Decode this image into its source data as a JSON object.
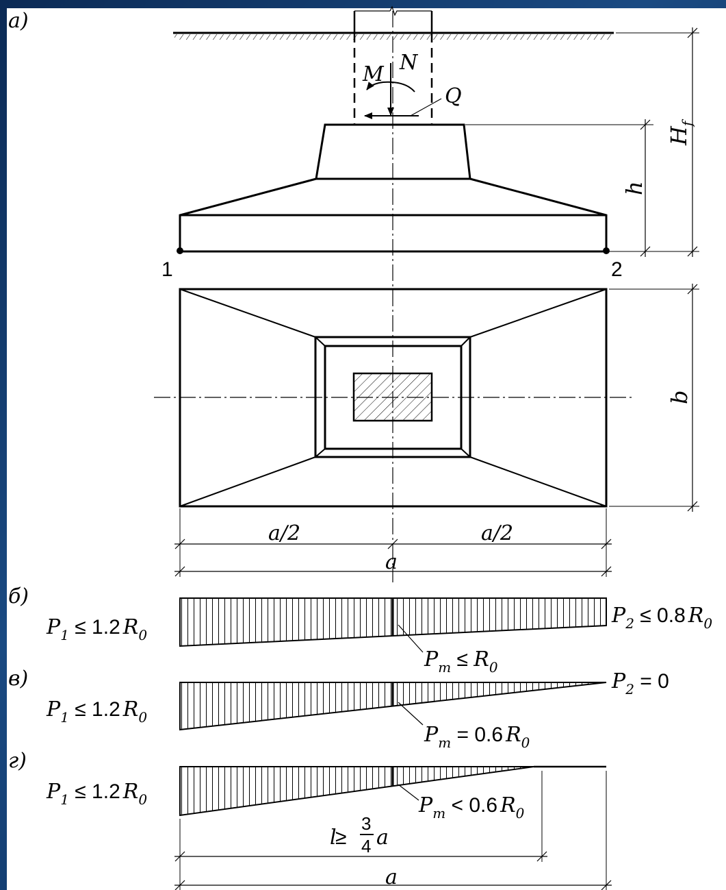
{
  "panel_labels": {
    "a": "а)",
    "b": "б)",
    "v": "в)",
    "g": "г)"
  },
  "loads": {
    "M": "M",
    "N": "N",
    "Q": "Q"
  },
  "dimensions": {
    "Hf": "H",
    "Hf_sub": "f",
    "h": "h",
    "b": "b",
    "half_a": "a/2",
    "a": "a"
  },
  "points": {
    "left": "1",
    "right": "2"
  },
  "diagram_b": {
    "left": {
      "P": "P",
      "sub": "1",
      "rel": " ≤ 1.2",
      "R": "R",
      "Rsub": "0"
    },
    "mid": {
      "P": "P",
      "sub": "m",
      "rel": " ≤ ",
      "R": "R",
      "Rsub": "0"
    },
    "right": {
      "P": "P",
      "sub": "2",
      "rel": " ≤ 0.8",
      "R": "R",
      "Rsub": "0"
    }
  },
  "diagram_v": {
    "left": {
      "P": "P",
      "sub": "1",
      "rel": " ≤ 1.2",
      "R": "R",
      "Rsub": "0"
    },
    "mid": {
      "P": "P",
      "sub": "m",
      "rel": " = 0.6",
      "R": "R",
      "Rsub": "0"
    },
    "right": {
      "P": "P",
      "sub": "2",
      "rel": " = 0"
    }
  },
  "diagram_g": {
    "left": {
      "P": "P",
      "sub": "1",
      "rel": " ≤ 1.2",
      "R": "R",
      "Rsub": "0"
    },
    "mid": {
      "P": "P",
      "sub": "m",
      "rel": " < 0.6",
      "R": "R",
      "Rsub": "0"
    },
    "l_dim": {
      "l": "l",
      "rel": " ≥ ",
      "num": "3",
      "den": "4",
      "a": "a"
    },
    "a": "a"
  }
}
